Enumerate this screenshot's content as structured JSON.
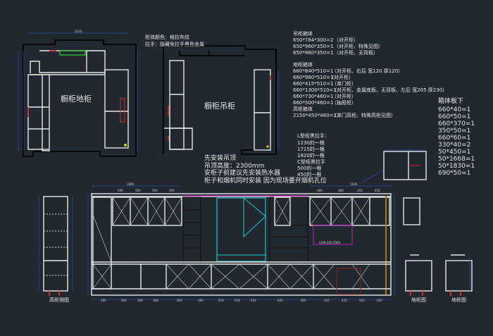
{
  "plan_base": {
    "title": "橱柜地柜"
  },
  "plan_wall": {
    "title": "橱柜吊柜"
  },
  "cabinet_notes": [
    "柜体颜色：格拉布纹",
    "拉手：隐藏免拉手黑色金属"
  ],
  "wall_cabinet_boxes": {
    "title": "吊柜箱体",
    "items": [
      {
        "size": "650*784*300=2",
        "note": "（对开柜）"
      },
      {
        "size": "650*960*350=1",
        "note": "（对开柜、特殊见图）"
      },
      {
        "size": "650*860*350=1",
        "note": "（对开柜、无背板）"
      }
    ]
  },
  "base_cabinet_boxes": {
    "title": "地柜箱体",
    "items": [
      {
        "size": "660*840*510=1",
        "note": "（对开柜、右后 宽120 厚120）"
      },
      {
        "size": "660*980*510=1",
        "note": "（对开柜）"
      },
      {
        "size": "660*415*510=1",
        "note": "（单门柜）"
      },
      {
        "size": "660*1300*510=1",
        "note": "（对开柜、金属底板、无背板、左后 宽205 厚230）"
      },
      {
        "size": "660*730*460=1",
        "note": "（对开柜）"
      },
      {
        "size": "660*500*460=1",
        "note": "（抽屉柜）"
      }
    ]
  },
  "tall_cabinet_boxes": {
    "title": "高柜箱体",
    "items": [
      {
        "size": "2150*450*480=1",
        "note": "（单门高柜、特殊高柜见图）"
      }
    ]
  },
  "panels": {
    "title": "箱体板下",
    "items": [
      "660*40=1",
      "660*50=1",
      "660*370=1",
      "350*50=1",
      "660*60=1",
      "330*40=2",
      "50*450=1",
      "50*1668=1",
      "50*1830=1",
      "690*50=1"
    ]
  },
  "install_notes": [
    "先安装吊顶",
    "吊顶高度：2300mm",
    "安柜子前建议先安装热水器",
    "柜子和烟机同时安装   因为现场要开烟机孔位"
  ],
  "handles": [
    "L型哑黑拉手：",
    "1230的一根",
    "1715的一根",
    "1820的一根",
    "C型哑黑拉手",
    "500的一根",
    "450的一根"
  ],
  "views": {
    "tall_side": "高柜侧图",
    "base_a": "地柜图",
    "base_b": "地柜图"
  },
  "dims": {
    "plan_top": "2510",
    "elev_top_left": "1880",
    "elev_top_right": "1600",
    "elev_bottom": [
      "480",
      "600",
      "368",
      "368",
      "600",
      "480",
      "618",
      "618",
      "618",
      "600",
      "600",
      "420",
      "420",
      "420",
      "420"
    ],
    "hood": "CXW-200-5008",
    "elev_upper": [
      "590",
      "590",
      "590",
      "590",
      "480",
      "480",
      "450",
      "450"
    ]
  }
}
